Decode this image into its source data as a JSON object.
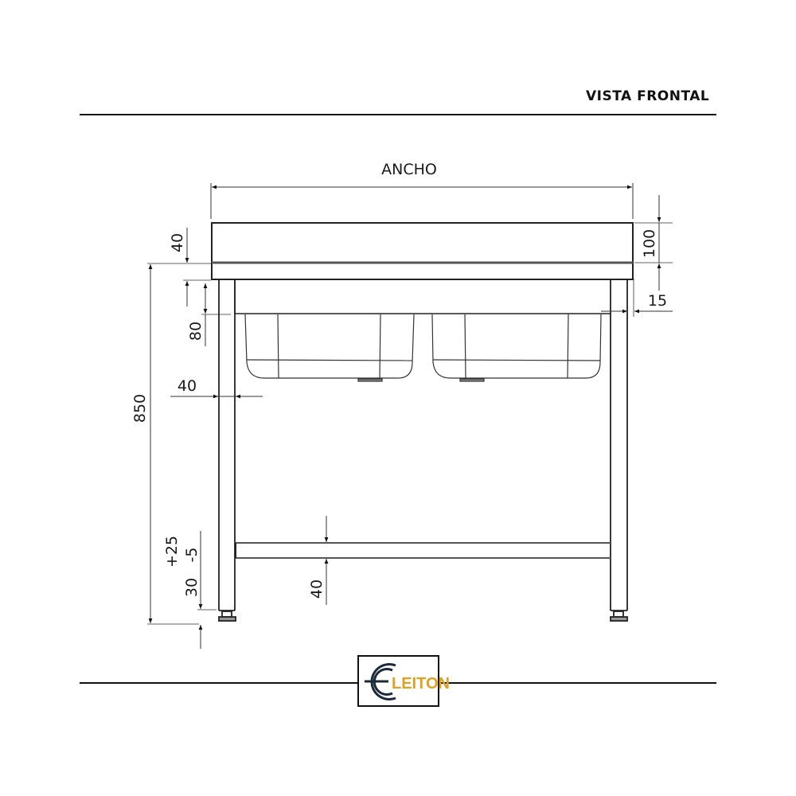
{
  "title": "VISTA FRONTAL",
  "logo": {
    "text": "LEITON",
    "letter": "C",
    "text_color": "#e0a020",
    "mark_color": "#1c2a3a"
  },
  "dimensions": {
    "width_label": "ANCHO",
    "backsplash_height": "100",
    "top_thickness": "40",
    "top_overhang": "15",
    "apron_height": "80",
    "leg_width": "40",
    "total_height": "850",
    "shelf_thickness": "40",
    "foot_adjust_base": "30",
    "foot_adjust_plus": "+25",
    "foot_adjust_minus": "-5"
  },
  "components": [
    "worktop",
    "backsplash",
    "legs",
    "double-sink-bowls",
    "bottom-shelf",
    "adjustable-feet"
  ],
  "colors": {
    "line": "#1a1a1a",
    "dim_line": "#333333",
    "frame_gray": "#6b6b6b"
  }
}
